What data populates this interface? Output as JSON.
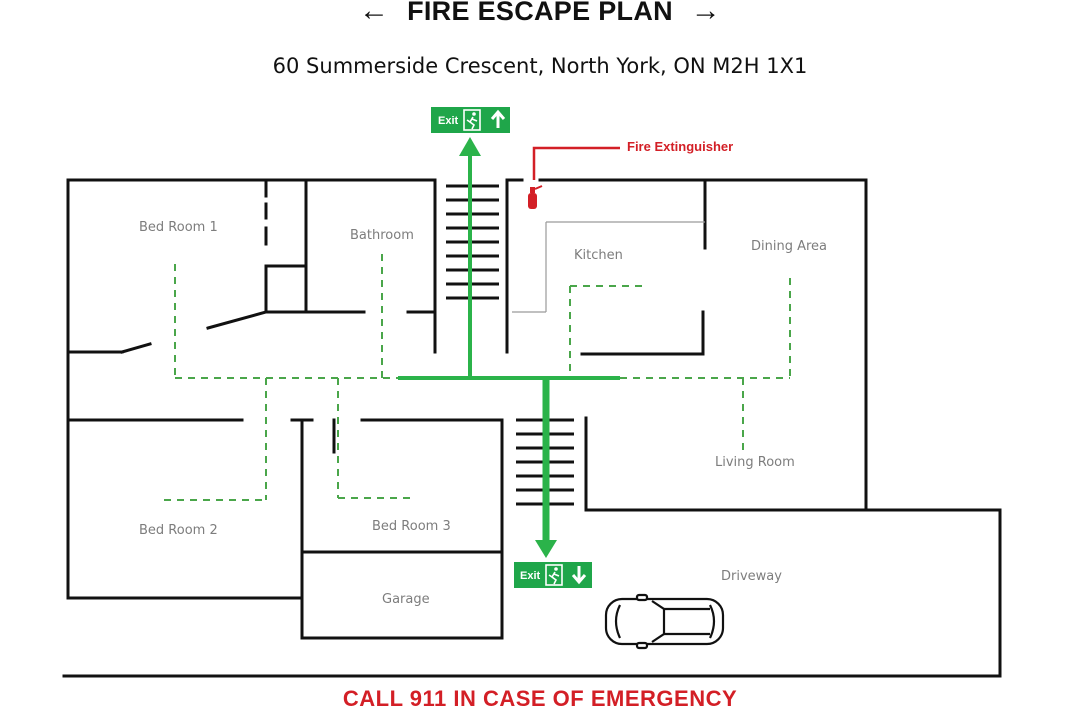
{
  "header": {
    "title": "FIRE ESCAPE PLAN",
    "left_arrow": "←",
    "right_arrow": "→",
    "address": "60 Summerside Crescent, North York, ON M2H 1X1"
  },
  "rooms": {
    "bedroom1": "Bed Room 1",
    "bathroom": "Bathroom",
    "kitchen": "Kitchen",
    "dining": "Dining Area",
    "living": "Living Room",
    "bedroom2": "Bed Room 2",
    "bedroom3": "Bed Room 3",
    "garage": "Garage",
    "driveway": "Driveway"
  },
  "signs": {
    "exit_top": "Exit",
    "exit_bottom": "Exit",
    "fire_extinguisher": "Fire Extinguisher"
  },
  "footer": {
    "emergency": "CALL 911 IN CASE OF EMERGENCY"
  },
  "colors": {
    "exit_green": "#1fa64a",
    "route_green": "#2bb34a",
    "warning_red": "#d31f26",
    "wall": "#111111",
    "label_gray": "#7d7d7d"
  }
}
